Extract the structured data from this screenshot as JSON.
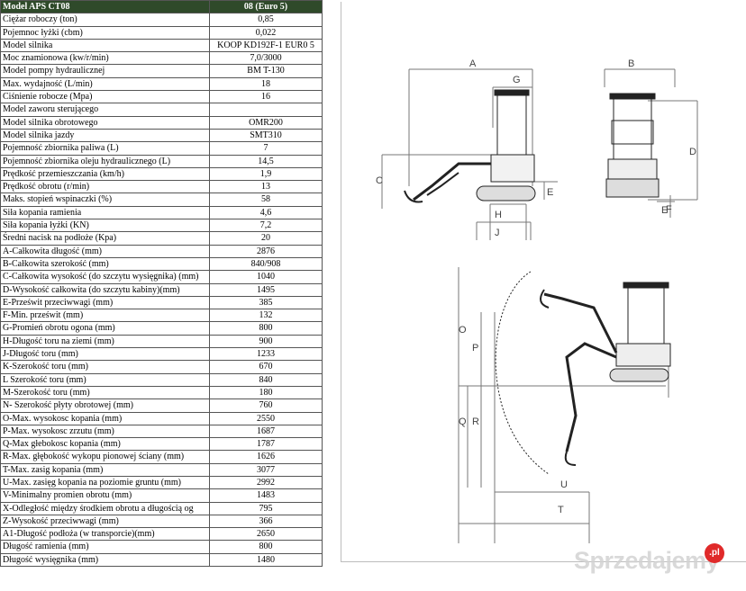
{
  "table": {
    "header": {
      "model_label": "Model APS CT08",
      "model_value": "08 (Euro 5)"
    },
    "rows": [
      {
        "label": "Ciężar roboczy (ton)",
        "value": "0,85"
      },
      {
        "label": "Pojemnoc łyżki  (cbm)",
        "value": "0,022"
      },
      {
        "label": "Model silnika",
        "value": "KOOP KD192F-1 EUR0 5"
      },
      {
        "label": "Moc znamionowa  (kw/r/min)",
        "value": "7,0/3000"
      },
      {
        "label": "Model pompy hydraulicznej",
        "value": "BM T-130"
      },
      {
        "label": "Max. wydajność (L/min)",
        "value": "18"
      },
      {
        "label": "Ciśnienie robocze (Mpa)",
        "value": "16"
      },
      {
        "label": "Model zaworu sterującego",
        "value": ""
      },
      {
        "label": "Model silnika obrotowego",
        "value": "OMR200"
      },
      {
        "label": "Model silnika jazdy",
        "value": "SMT310"
      },
      {
        "label": "Pojemność zbiornika paliwa (L)",
        "value": "7"
      },
      {
        "label": "Pojemność zbiornika oleju hydraulicznego (L)",
        "value": "14,5"
      },
      {
        "label": "Prędkość przemieszczania (km/h)",
        "value": "1,9"
      },
      {
        "label": "Prędkość obrotu (r/min)",
        "value": "13"
      },
      {
        "label": "Maks. stopień wspinaczki (%)",
        "value": "58"
      },
      {
        "label": "Siła kopania ramienia",
        "value": "4,6"
      },
      {
        "label": "Siła kopania łyżki (KN)",
        "value": "7,2"
      },
      {
        "label": "Średni nacisk na podłoże  (Kpa)",
        "value": "20"
      },
      {
        "label": "A-Całkowita długość (mm)",
        "value": "2876"
      },
      {
        "label": "B-Całkowita szerokość (mm)",
        "value": "840/908"
      },
      {
        "label": "C-Całkowita wysokość (do szczytu wysięgnika) (mm)",
        "value": "1040"
      },
      {
        "label": "D-Wysokość całkowita (do szczytu kabiny)(mm)",
        "value": "1495"
      },
      {
        "label": "E-Prześwit przeciwwagi (mm)",
        "value": "385"
      },
      {
        "label": "F-Min. prześwit (mm)",
        "value": "132"
      },
      {
        "label": "G-Promień obrotu ogona (mm)",
        "value": "800"
      },
      {
        "label": "H-Długość toru na ziemi  (mm)",
        "value": "900"
      },
      {
        "label": "J-Długość toru (mm)",
        "value": "1233"
      },
      {
        "label": "K-Szerokość toru (mm)",
        "value": "670"
      },
      {
        "label": "L Szerokość toru (mm)",
        "value": "840"
      },
      {
        "label": "M-Szerokość toru (mm)",
        "value": "180"
      },
      {
        "label": "N- Szerokość płyty obrotowej (mm)",
        "value": "760"
      },
      {
        "label": "O-Max. wysokosc kopania (mm)",
        "value": "2550"
      },
      {
        "label": "P-Max. wysokosc zrzutu  (mm)",
        "value": "1687"
      },
      {
        "label": "Q-Max głebokosc kopania (mm)",
        "value": "1787"
      },
      {
        "label": "R-Max. głębokość wykopu pionowej ściany (mm)",
        "value": "1626"
      },
      {
        "label": "T-Max. zasig kopania (mm)",
        "value": "3077"
      },
      {
        "label": "U-Max. zasięg kopania na poziomie gruntu  (mm)",
        "value": "2992"
      },
      {
        "label": "V-Minimalny promien obrotu  (mm)",
        "value": "1483"
      },
      {
        "label": "X-Odległość między środkiem obrotu a długością og",
        "value": "795"
      },
      {
        "label": "Z-Wysokość przeciwwagi (mm)",
        "value": "366"
      },
      {
        "label": "A1-Długość podłoża (w transporcie)(mm)",
        "value": "2650"
      },
      {
        "label": "Długość ramienia  (mm)",
        "value": "800"
      },
      {
        "label": "Długość wysięgnika  (mm)",
        "value": "1480"
      }
    ]
  },
  "drawing_labels": {
    "a": "A",
    "b": "B",
    "c": "C",
    "d": "D",
    "e": "E",
    "e2": "E",
    "f": "F",
    "g": "G",
    "h": "H",
    "j": "J",
    "o": "O",
    "p": "P",
    "q": "Q",
    "r": "R",
    "t": "T",
    "u": "U"
  },
  "watermark": {
    "text": "Sprzedajemy",
    "badge": ".pl"
  },
  "colors": {
    "header_bg": "#2f4a2a",
    "header_text": "#ffffff",
    "watermark_badge": "#e02a2a"
  }
}
